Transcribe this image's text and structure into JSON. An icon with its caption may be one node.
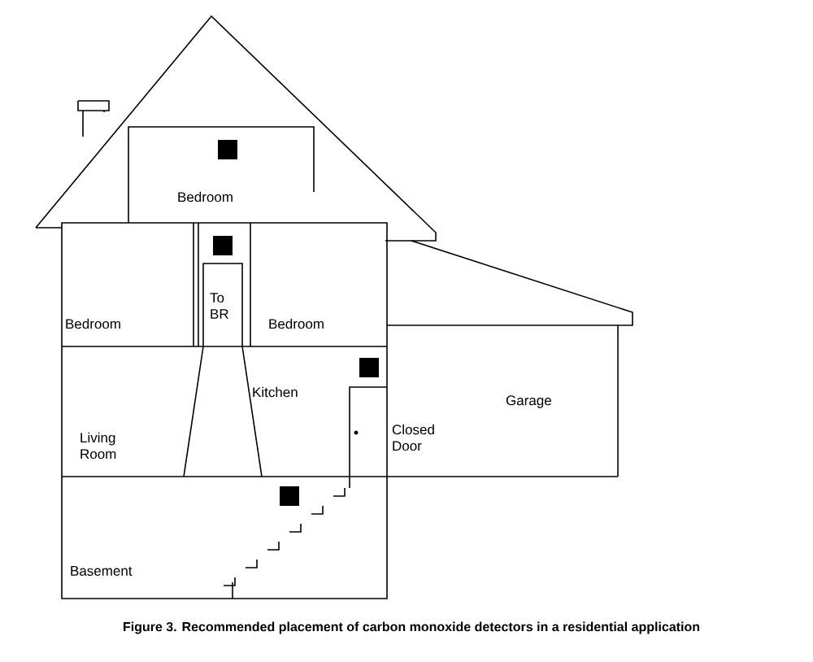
{
  "diagram": {
    "caption": "Figure 3. Recommended placement of carbon monoxide detectors in a residential application",
    "labels": [
      "Bedroom",
      "Bedroom",
      "To BR",
      "Bedroom",
      "Kitchen",
      "Garage",
      "Living Room",
      "Closed Door",
      "Basement"
    ]
  }
}
